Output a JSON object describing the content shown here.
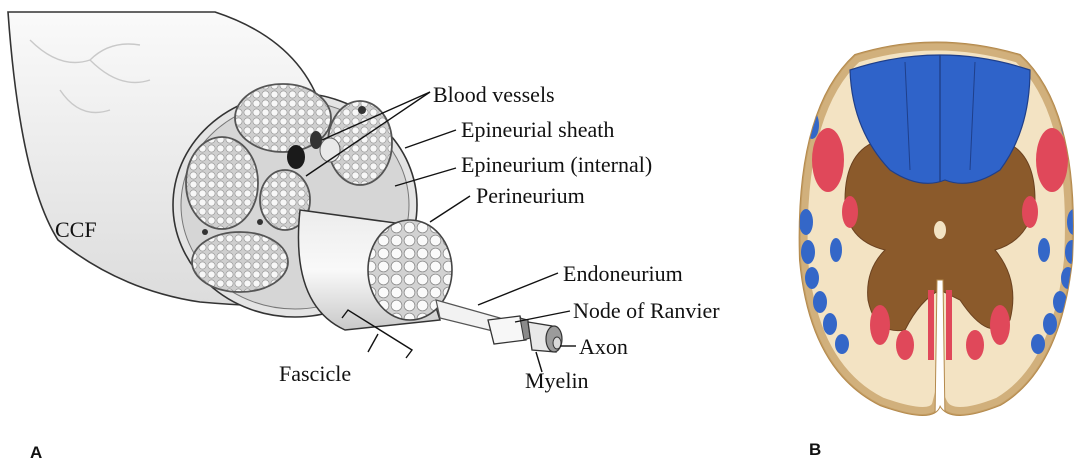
{
  "panel_a": {
    "panel_letter": "A",
    "labels": {
      "ccf": "CCF",
      "blood_vessels": "Blood vessels",
      "epineurial_sheath": "Epineurial sheath",
      "epineurium_internal": "Epineurium (internal)",
      "perineurium": "Perineurium",
      "endoneurium": "Endoneurium",
      "node_of_ranvier": "Node of Ranvier",
      "axon": "Axon",
      "myelin": "Myelin",
      "fascicle": "Fascicle"
    }
  },
  "panel_b": {
    "panel_letter": "B"
  },
  "colors": {
    "nerve_outer": "#f1f1f1",
    "fascicle_fill": "#d9d9d9",
    "gray_matter": "#8b5a2b",
    "white_matter": "#f3e3c3",
    "dorsal_columns": "#2f63c9",
    "tracts_red": "#e0485a",
    "tracts_blue": "#3467c8"
  }
}
